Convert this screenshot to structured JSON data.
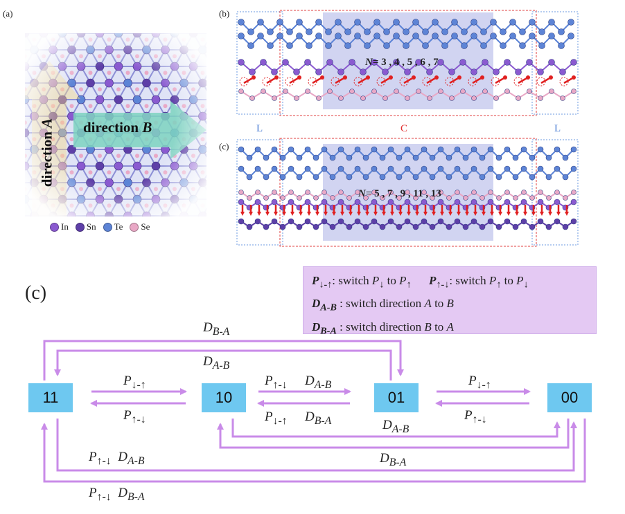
{
  "panels": {
    "a": {
      "label": "(a)",
      "direction_a_word": "direction",
      "direction_a_letter": "A",
      "direction_b_word": "direction",
      "direction_b_letter": "B",
      "legend": [
        {
          "name": "In",
          "color": "#8a5ad0"
        },
        {
          "name": "Sn",
          "color": "#5e3fa8"
        },
        {
          "name": "Te",
          "color": "#5d84d6"
        },
        {
          "name": "Se",
          "color": "#e9a8c6"
        }
      ]
    },
    "b": {
      "label": "(b)",
      "n_var": "N",
      "n_values": "= 3 , 4 , 5 , 6 , 7",
      "left_lead": "L",
      "center": "C",
      "right_lead": "L"
    },
    "c_top": {
      "label": "(c)",
      "n_var": "N",
      "n_values": "= 5 , 7 , 9 , 11 , 13"
    }
  },
  "diagram": {
    "label": "(c)",
    "states": [
      "11",
      "10",
      "01",
      "00"
    ],
    "info": {
      "line1_a_sym": "P",
      "line1_a_sub": "↓-↑",
      "line1_a_text": ": switch ",
      "line1_a_from": "P",
      "line1_a_from_sub": "↓",
      "line1_a_to": " to ",
      "line1_a_target": "P",
      "line1_a_target_sub": "↑",
      "line1_b_sym": "P",
      "line1_b_sub": "↑-↓",
      "line1_b_text": ": switch ",
      "line1_b_from": "P",
      "line1_b_from_sub": "↑",
      "line1_b_to": " to ",
      "line1_b_target": "P",
      "line1_b_target_sub": "↓",
      "line2_sym": "D",
      "line2_sub": "A-B",
      "line2_text": " : switch direction ",
      "line2_from": "A",
      "line2_to": " to ",
      "line2_target": "B",
      "line3_sym": "D",
      "line3_sub": "B-A",
      "line3_text": " : switch direction ",
      "line3_from": "B",
      "line3_to": " to ",
      "line3_target": "A"
    },
    "edges": {
      "e11_10_top": {
        "s": "P",
        "sub": "↓-↑"
      },
      "e10_11_bot": {
        "s": "P",
        "sub": "↑-↓"
      },
      "e10_01_top_p": {
        "s": "P",
        "sub": "↑-↓"
      },
      "e10_01_top_d": {
        "s": "D",
        "sub": "A-B"
      },
      "e01_10_bot_p": {
        "s": "P",
        "sub": "↓-↑"
      },
      "e01_10_bot_d": {
        "s": "D",
        "sub": "B-A"
      },
      "e01_00_top": {
        "s": "P",
        "sub": "↓-↑"
      },
      "e00_01_bot": {
        "s": "P",
        "sub": "↑-↓"
      },
      "loop_top_outer": {
        "s": "D",
        "sub": "B-A"
      },
      "loop_top_inner": {
        "s": "D",
        "sub": "A-B"
      },
      "loop_10_00": {
        "s": "D",
        "sub": "A-B"
      },
      "loop_mid": {
        "s": "D",
        "sub": "B-A"
      },
      "loop_b1_p": {
        "s": "P",
        "sub": "↑-↓"
      },
      "loop_b1_d": {
        "s": "D",
        "sub": "A-B"
      },
      "loop_b2_p": {
        "s": "P",
        "sub": "↑-↓"
      },
      "loop_b2_d": {
        "s": "D",
        "sub": "B-A"
      }
    },
    "arrow_color": "#c98be8",
    "state_color": "#6ec8f0"
  }
}
